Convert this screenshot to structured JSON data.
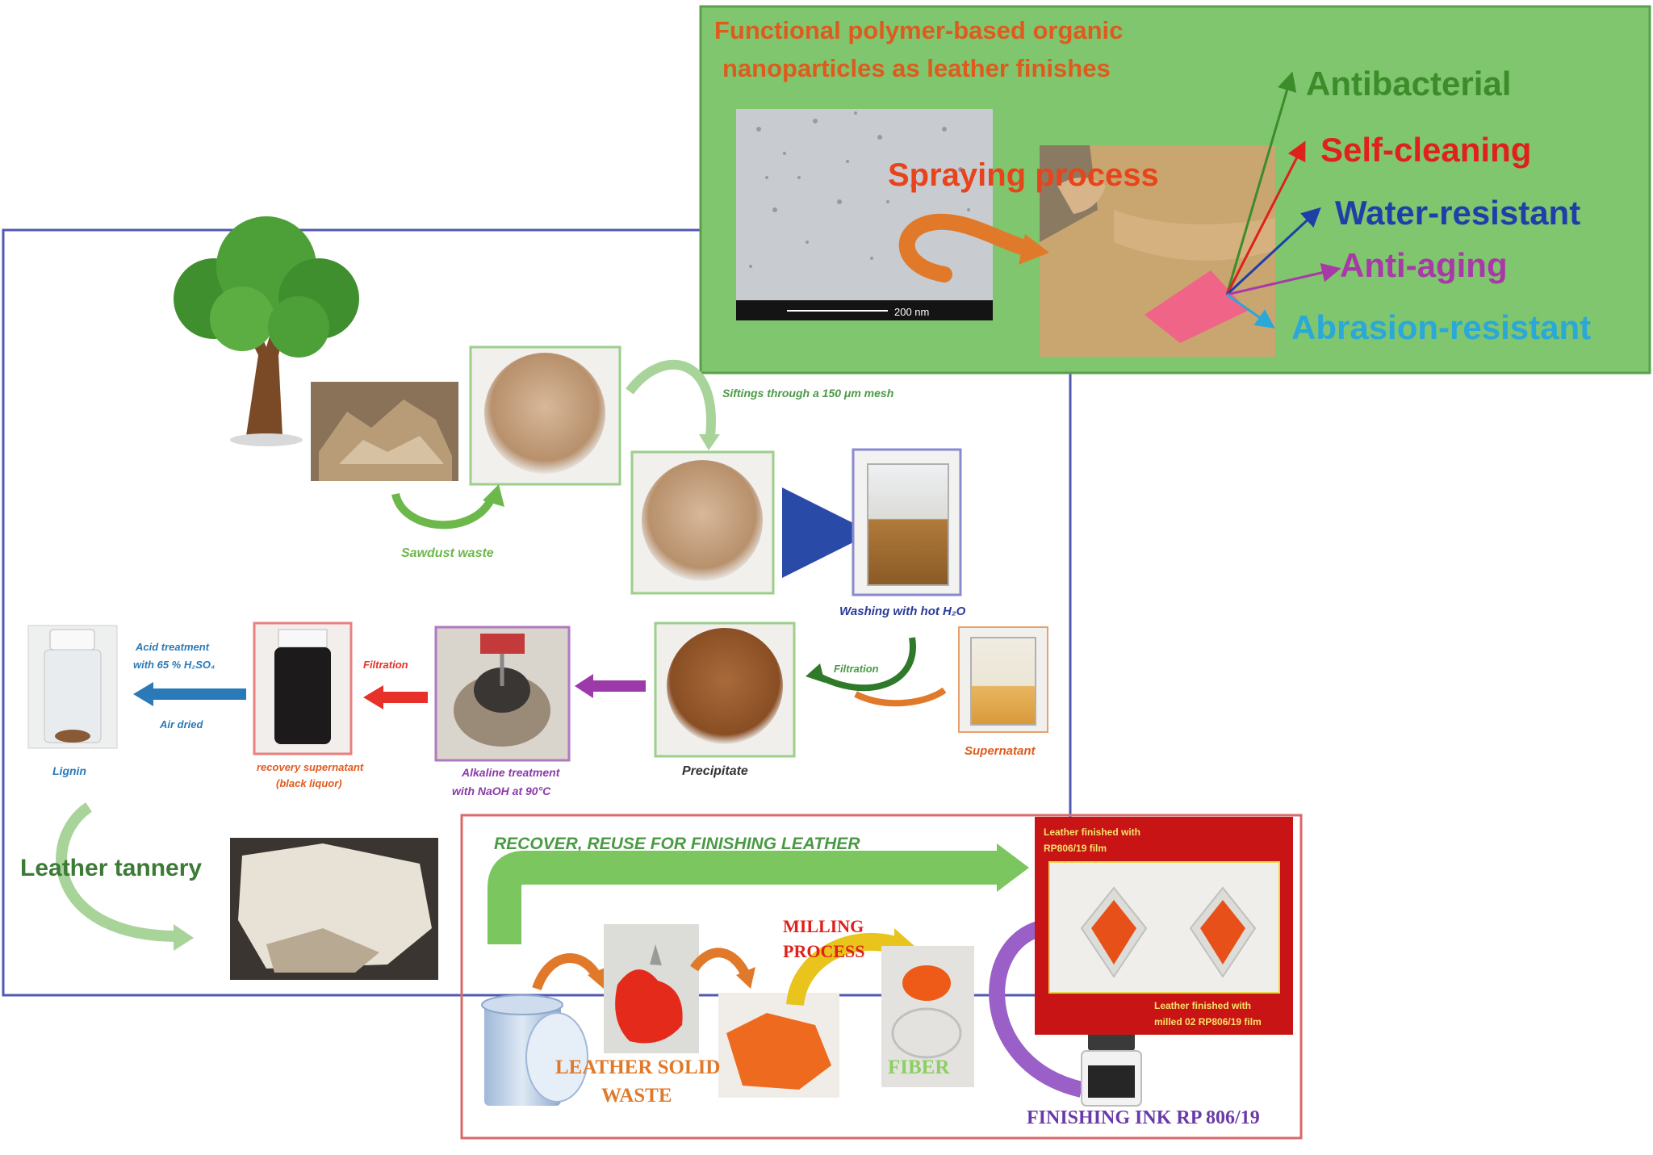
{
  "top_panel": {
    "title_line1": "Functional polymer-based organic",
    "title_line2": "nanoparticles as leather finishes",
    "spraying": "Spraying process",
    "scale_bar": "200 nm",
    "properties": [
      {
        "label": "Antibacterial",
        "color": "#3c8c2a"
      },
      {
        "label": "Self-cleaning",
        "color": "#e0201a"
      },
      {
        "label": "Water-resistant",
        "color": "#1f3fa8"
      },
      {
        "label": "Anti-aging",
        "color": "#a83aa8"
      },
      {
        "label": "Abrasion-resistant",
        "color": "#2aa8d8"
      }
    ]
  },
  "process": {
    "sawdust": "Sawdust waste",
    "siftings": "Siftings through a 150 μm mesh",
    "washing": "Washing with hot H₂O",
    "filtration_right": "Filtration",
    "supernatant": "Supernatant",
    "precipitate": "Precipitate",
    "alkaline_line1": "Alkaline treatment",
    "alkaline_line2": "with NaOH at 90°C",
    "filtration_left": "Filtration",
    "recovery_line1": "recovery supernatant",
    "recovery_line2": "(black liquor)",
    "acid_line1": "Acid treatment",
    "acid_line2": "with 65 % H₂SO₄",
    "air_dried": "Air dried",
    "lignin": "Lignin",
    "tannery": "Leather tannery"
  },
  "bottom_panel": {
    "recover": "RECOVER, REUSE FOR FINISHING LEATHER",
    "milling_line1": "MILLING",
    "milling_line2": "PROCESS",
    "solid_line1": "LEATHER SOLID",
    "solid_line2": "WASTE",
    "fiber": "FIBER",
    "ink": "FINISHING INK RP 806/19",
    "finished_top_line1": "Leather finished with",
    "finished_top_line2": "RP806/19 film",
    "finished_bottom_line1": "Leather finished with",
    "finished_bottom_line2": "milled 02 RP806/19 film"
  },
  "colors": {
    "main_frame": "#5059b0",
    "top_panel_bg": "#7fc66e",
    "bottom_frame": "#d96a6a",
    "green_text": "#4a9a45",
    "orange_text": "#e05a1e"
  }
}
